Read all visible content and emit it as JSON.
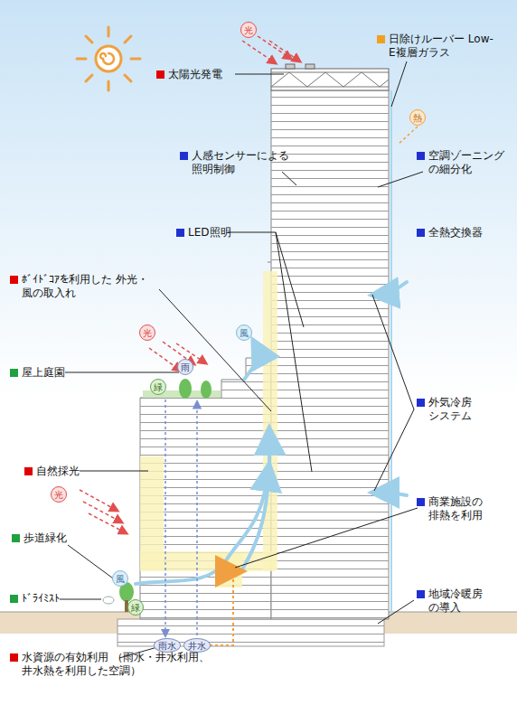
{
  "diagram": {
    "nodes": [
      {
        "text": [
          "光"
        ]
      },
      {
        "text": [
          "熱"
        ]
      },
      {
        "text": [
          "光"
        ]
      },
      {
        "text": [
          "風"
        ]
      },
      {
        "text": [
          "緑"
        ]
      },
      {
        "text": [
          "雨"
        ]
      },
      {
        "text": [
          "光"
        ]
      },
      {
        "text": [
          "風"
        ]
      },
      {
        "text": [
          "緑"
        ]
      },
      {
        "text": [
          "雨水"
        ]
      },
      {
        "text": [
          "井水"
        ]
      }
    ],
    "labels": [
      "日除けルーバー Low-E複層ガラス",
      "太陽光発電",
      "人感センサーによる 照明制御",
      "空調ゾーニング の細分化",
      "LED照明",
      "全熱交換器",
      "ﾎﾞｲﾄﾞｺｱを利用した 外光・風の取入れ",
      "外気冷房 システム",
      "屋上庭園",
      "自然採光",
      "商業施設の 排熱を利用",
      "歩道緑化",
      "ﾄﾞﾗｲﾐｽﾄ",
      "地域冷暖房 の導入",
      "水資源の有効利用 （雨水・井水利用、井水熱を利用した空調）"
    ]
  }
}
